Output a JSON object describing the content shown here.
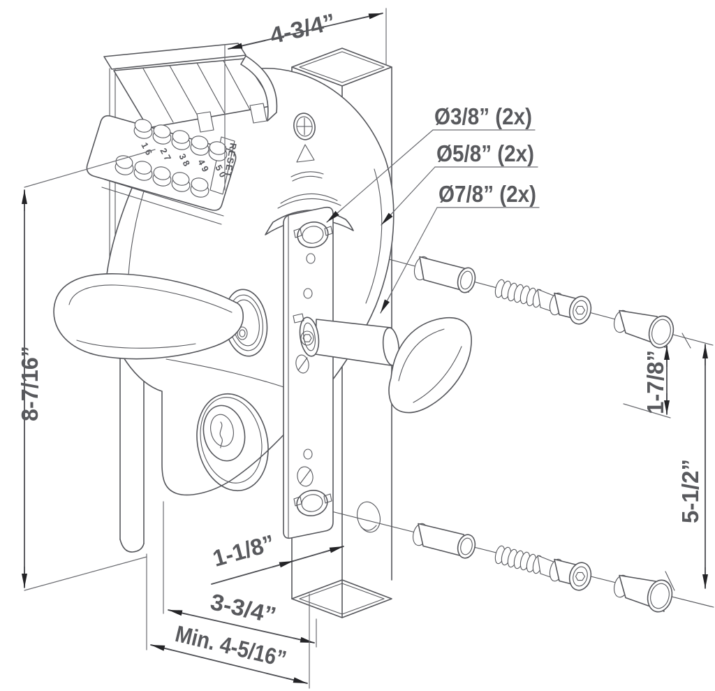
{
  "meta": {
    "title": "Mechanical code lock installation diagram",
    "background": "#ffffff",
    "line_color": "#55565b",
    "dimension_text_color": "#58595d",
    "arrow_color": "#232326"
  },
  "dimensions": {
    "top_width": "4-3/4”",
    "left_height": "8-7/16”",
    "screw_offset": "1-7/8”",
    "screw_spacing": "5-1/2”",
    "post_width": "1-1/8”",
    "handle_to_post": "3-3/4”",
    "min_clearance": "Min. 4-5/16”"
  },
  "drill_callouts": [
    {
      "label": "Ø3/8” (2x)"
    },
    {
      "label": "Ø5/8” (2x)"
    },
    {
      "label": "Ø7/8” (2x)"
    }
  ],
  "keypad": {
    "reset_label": "RESET",
    "digit_pairs": [
      "1 6",
      "2 7",
      "3 8",
      "4 9",
      "5 0"
    ]
  }
}
